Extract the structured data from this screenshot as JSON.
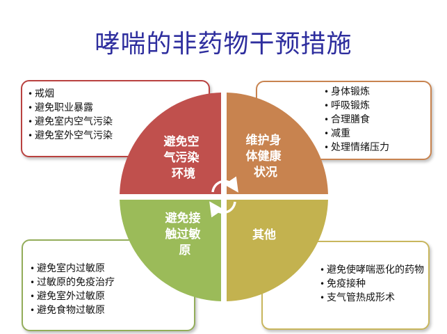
{
  "title": "哮喘的非药物干预措施",
  "quadrants": {
    "top_left": {
      "label_lines": [
        "避免空",
        "气污染",
        "环境"
      ],
      "items": [
        "戒烟",
        "避免职业暴露",
        "避免室内空气污染",
        "避免室外空气污染"
      ]
    },
    "top_right": {
      "label_lines": [
        "维护身",
        "体健康",
        "状况"
      ],
      "items": [
        "身体锻炼",
        "呼吸锻炼",
        "合理膳食",
        "减重",
        "处理情绪压力"
      ]
    },
    "bottom_left": {
      "label_lines": [
        "避免接",
        "触过敏",
        "原"
      ],
      "items": [
        "避免室内过敏原",
        "过敏原的免疫治疗",
        "避免室外过敏原",
        "避免食物过敏原"
      ]
    },
    "bottom_right": {
      "label_lines": [
        "其他"
      ],
      "items": [
        "避免使哮喘恶化的药物",
        "免疫接种",
        "支气管热成形术"
      ]
    }
  },
  "colors": {
    "title": "#2e2e9e",
    "top_left": "#c0504d",
    "top_right": "#c8834f",
    "bottom_left": "#9bbb59",
    "bottom_right": "#c3b24f"
  },
  "center_icon": "circular-arrows-icon"
}
